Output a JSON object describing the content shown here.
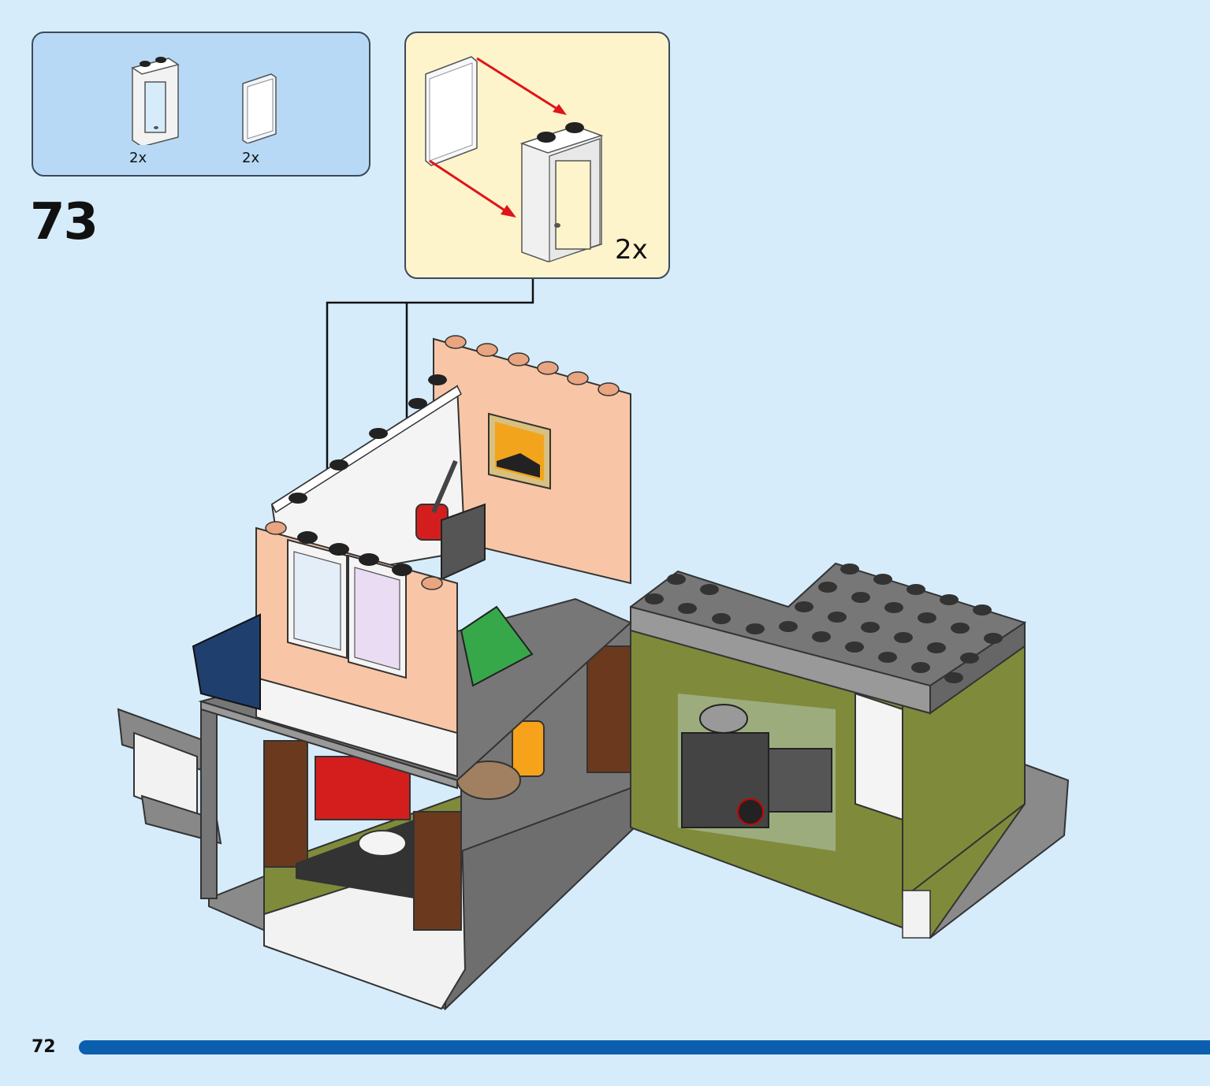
{
  "step": {
    "number": "73"
  },
  "parts_list": {
    "items": [
      {
        "icon": "window-frame-icon",
        "quantity": "2x"
      },
      {
        "icon": "window-glass-icon",
        "quantity": "2x"
      }
    ]
  },
  "callout": {
    "quantity": "2x"
  },
  "page": {
    "number": "72",
    "progress": 1.0
  },
  "colors": {
    "background": "#d6ecfb",
    "parts_box": "#b7d9f5",
    "callout_box": "#fdf4cc",
    "progress_bar": "#0b5fae",
    "arrow_red": "#e0141a"
  }
}
